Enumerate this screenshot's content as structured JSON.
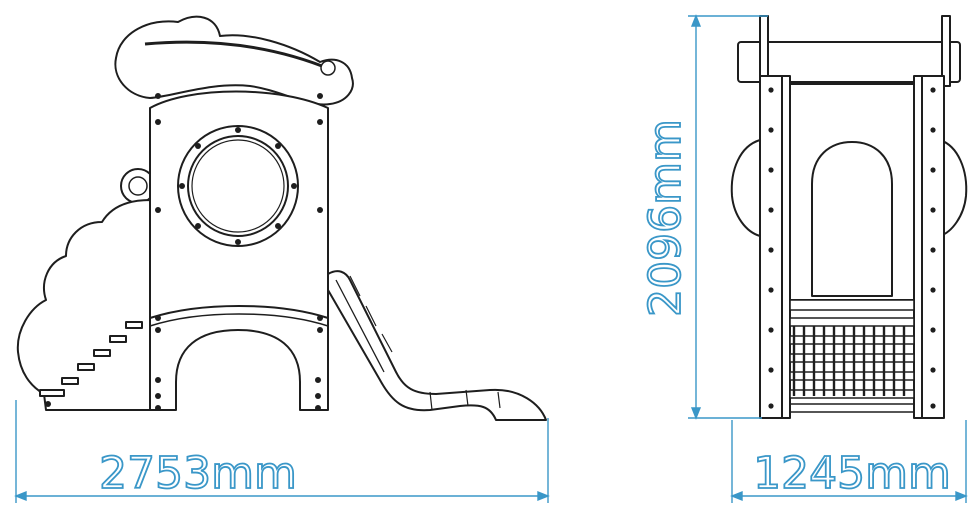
{
  "drawing": {
    "front_view": {
      "width_dimension": "2753mm"
    },
    "side_view": {
      "height_dimension": "2096mm",
      "width_dimension": "1245mm"
    }
  },
  "colors": {
    "line": "#1e1e1e",
    "dimension": "#3a97c8",
    "fill": "#ffffff"
  }
}
